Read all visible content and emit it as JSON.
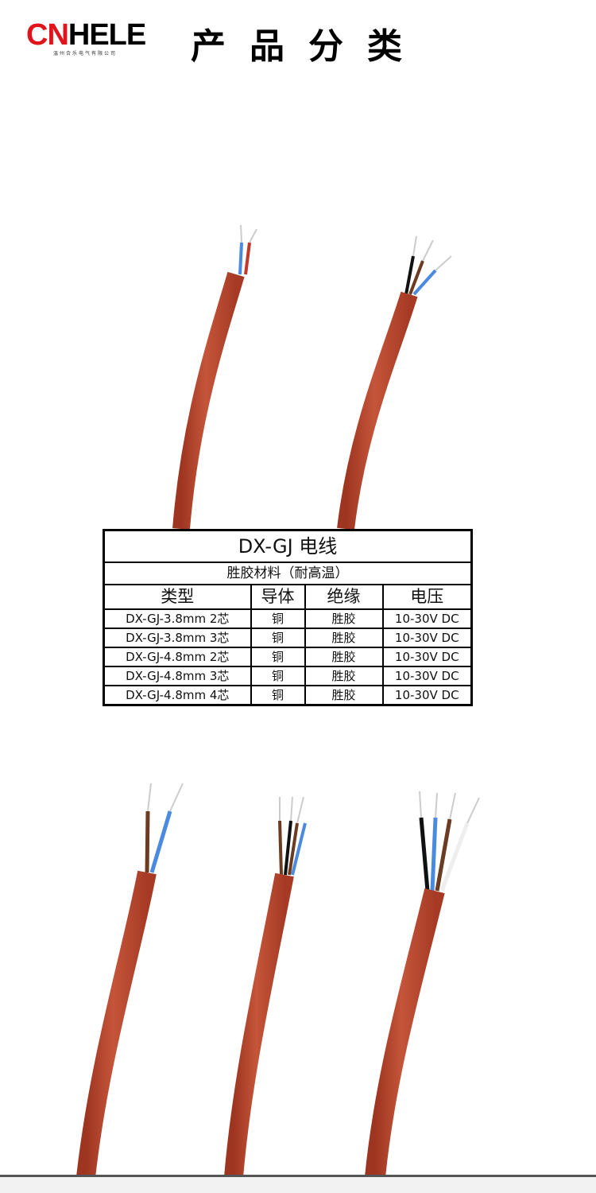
{
  "header": {
    "logo_red": "CN",
    "logo_black": "HELE",
    "logo_subtitle": "温州合乐电气有限公司",
    "title": "产品分类"
  },
  "colors": {
    "jacket": "#b9472c",
    "logo_red": "#e0141a"
  },
  "spec_table": {
    "title": "DX-GJ 电线",
    "subtitle": "胜胶材料（耐高温）",
    "columns": [
      "类型",
      "导体",
      "绝缘",
      "电压"
    ],
    "rows": [
      [
        "DX-GJ-3.8mm 2芯",
        "铜",
        "胜胶",
        "10-30V DC"
      ],
      [
        "DX-GJ-3.8mm 3芯",
        "铜",
        "胜胶",
        "10-30V DC"
      ],
      [
        "DX-GJ-4.8mm 2芯",
        "铜",
        "胜胶",
        "10-30V DC"
      ],
      [
        "DX-GJ-4.8mm 3芯",
        "铜",
        "胜胶",
        "10-30V DC"
      ],
      [
        "DX-GJ-4.8mm 4芯",
        "铜",
        "胜胶",
        "10-30V DC"
      ]
    ]
  }
}
